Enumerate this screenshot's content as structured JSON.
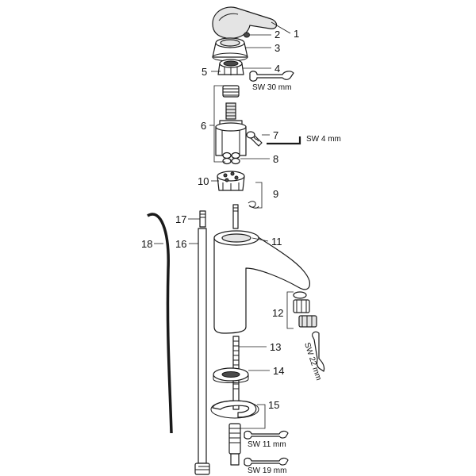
{
  "callouts": {
    "c1": "1",
    "c2": "2",
    "c3": "3",
    "c4": "4",
    "c5": "5",
    "c6": "6",
    "c7": "7",
    "c8": "8",
    "c9": "9",
    "c10": "10",
    "c11": "11",
    "c12": "12",
    "c13": "13",
    "c14": "14",
    "c15": "15",
    "c16": "16",
    "c17": "17",
    "c18": "18"
  },
  "tools": {
    "sw30": "SW 30 mm",
    "sw4": "SW 4 mm",
    "sw22": "SW 22 mm",
    "sw11": "SW 11 mm",
    "sw19": "SW 19 mm"
  },
  "colors": {
    "line": "#1a1a1a",
    "fill": "#ffffff",
    "shade": "#e4e4e4"
  }
}
